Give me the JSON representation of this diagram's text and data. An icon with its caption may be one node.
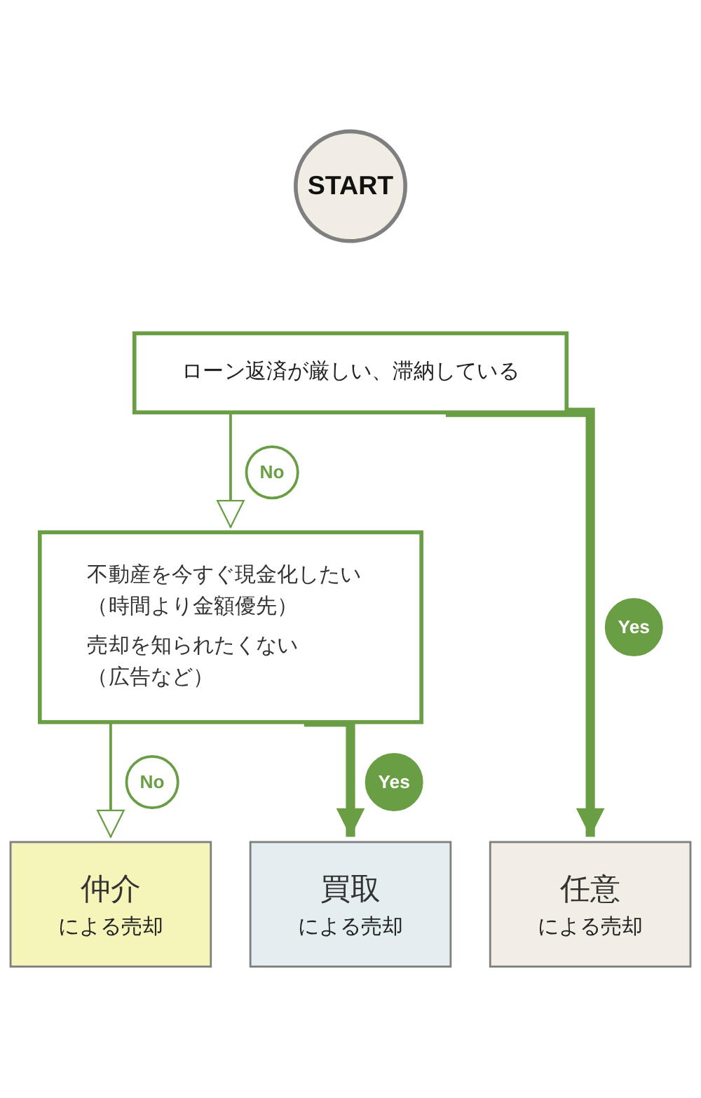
{
  "diagram": {
    "nodes": [
      {
        "text": [
          "START"
        ]
      },
      {
        "text": [
          "ローン返済が厳しい、滞納している"
        ]
      },
      {
        "text": [
          "不動産を今すぐ現金化したい（時間より金額優先）",
          "売却を知られたくない（広告など）"
        ]
      },
      {
        "text": [
          "仲介",
          "による売却"
        ]
      },
      {
        "text": [
          "買取",
          "による売却"
        ]
      },
      {
        "text": [
          "任意",
          "による売却"
        ]
      }
    ],
    "edges": [
      {
        "from": 1,
        "to": 2,
        "arrow": "to",
        "label": "No"
      },
      {
        "from": 1,
        "to": 5,
        "arrow": "to",
        "label": "Yes",
        "style": "thick"
      },
      {
        "from": 2,
        "to": 3,
        "arrow": "to",
        "label": "No"
      },
      {
        "from": 2,
        "to": 4,
        "arrow": "to",
        "label": "Yes",
        "style": "thick"
      }
    ]
  }
}
